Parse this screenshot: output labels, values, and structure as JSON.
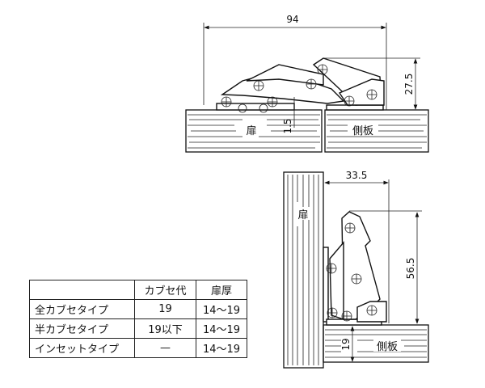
{
  "top_view": {
    "width_dim": "94",
    "height_dim": "27.5",
    "gap_dim": "1.5",
    "door_label": "扉",
    "side_label": "側板"
  },
  "side_view": {
    "depth_dim": "33.5",
    "height_dim": "56.5",
    "thickness_dim": "19",
    "door_label": "扉",
    "side_label": "側板"
  },
  "table": {
    "headers": [
      "",
      "カブセ代",
      "扉厚"
    ],
    "rows": [
      [
        "全カブセタイプ",
        "19",
        "14〜19"
      ],
      [
        "半カブセタイプ",
        "19以下",
        "14〜19"
      ],
      [
        "インセットタイプ",
        "—",
        "14〜19"
      ]
    ]
  }
}
